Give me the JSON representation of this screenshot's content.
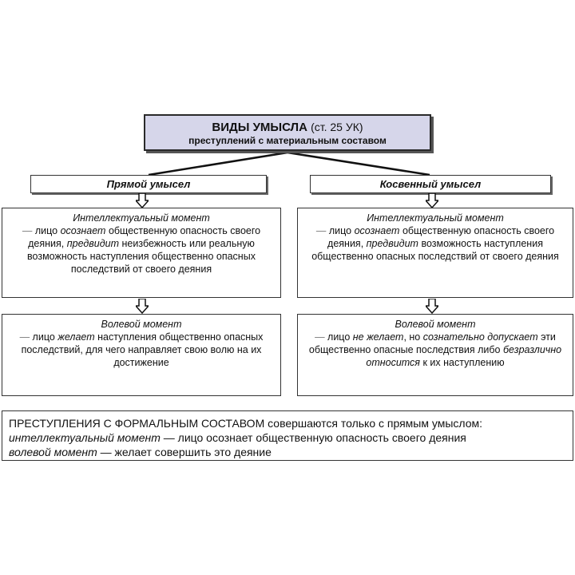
{
  "title": {
    "main": "ВИДЫ УМЫСЛА",
    "ref": "(ст. 25 УК)",
    "sub": "преступлений с материальным составом"
  },
  "direct": {
    "header": "Прямой умысел",
    "intellectual": {
      "head": "Интеллектуальный момент",
      "dash": "—",
      "t1": " лицо ",
      "e1": "осознает",
      "t2": " общественную опасность своего деяния, ",
      "e2": "предвидит",
      "t3": " неизбежность или реальную возможность наступления общественно опасных последствий от своего деяния"
    },
    "volitional": {
      "head": "Волевой момент",
      "dash": "—",
      "t1": " лицо ",
      "e1": "желает",
      "t2": " наступления общественно опасных последствий, для чего направляет свою волю на их достижение"
    }
  },
  "indirect": {
    "header": "Косвенный умысел",
    "intellectual": {
      "head": "Интеллектуальный момент",
      "dash": "—",
      "t1": " лицо ",
      "e1": "осознает",
      "t2": " общественную опасность своего деяния, ",
      "e2": "предвидит",
      "t3": " возможность наступления общественно опасных последствий от своего деяния"
    },
    "volitional": {
      "head": "Волевой момент",
      "dash": "—",
      "t1": " лицо ",
      "e1": "не желает",
      "t2": ", но ",
      "e2": "сознательно допускает",
      "t3": " эти общественно опасные последствия либо ",
      "e3": "безразлично относится",
      "t4": " к их наступлению"
    }
  },
  "formal": {
    "line1": "ПРЕСТУПЛЕНИЯ С ФОРМАЛЬНЫМ СОСТАВОМ совершаются только с прямым умыслом:",
    "line2_em": "интеллектуальный момент",
    "line2_rest": " — лицо осознает общественную опасность своего деяния",
    "line3_em": "волевой момент",
    "line3_rest": " — желает совершить это деяние"
  }
}
